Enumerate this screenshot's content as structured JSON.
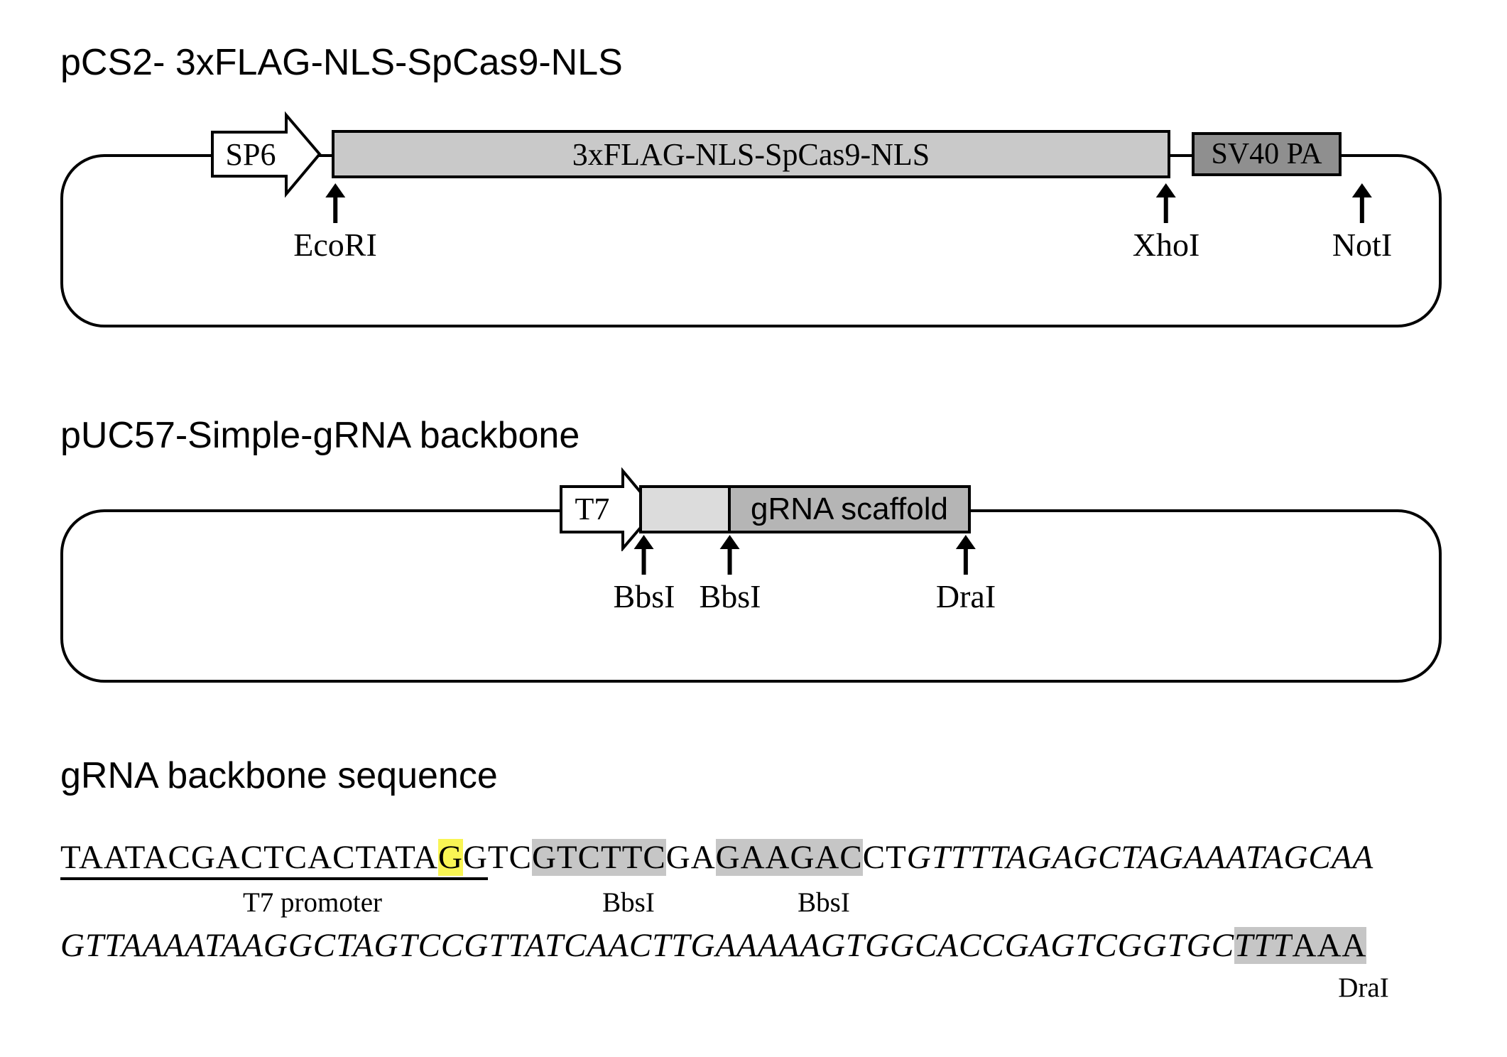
{
  "plasmid1": {
    "title": "pCS2- 3xFLAG-NLS-SpCas9-NLS",
    "promoter_label": "SP6",
    "gene_label": "3xFLAG-NLS-SpCas9-NLS",
    "polya_label": "SV40 PA",
    "sites": [
      {
        "label": "EcoRI"
      },
      {
        "label": "XhoI"
      },
      {
        "label": "NotI"
      }
    ]
  },
  "plasmid2": {
    "title": "pUC57-Simple-gRNA backbone",
    "promoter_label": "T7",
    "scaffold_label": "gRNA scaffold",
    "sites": [
      {
        "label": "BbsI"
      },
      {
        "label": "BbsI"
      },
      {
        "label": "DraI"
      }
    ]
  },
  "sequence": {
    "title": "gRNA backbone sequence",
    "line1": {
      "t7_promoter_prefix": "TAATACGACTCACTATA",
      "transcription_start_g": "G",
      "t7_promoter_suffix": "G",
      "linker1": "TC",
      "bbsi_site1": "GTCTTC",
      "linker2": "GA",
      "bbsi_site2": "GAAGAC",
      "linker3": "CT",
      "scaffold_start": "GTTTTAGAGCTAGAAATAGCAA"
    },
    "line1_labels": {
      "t7": "T7 promoter",
      "bbsi1": "BbsI",
      "bbsi2": "BbsI"
    },
    "line2": {
      "scaffold_continued": "GTTAAAATAAGGCTAGTCCGTTATCAACTTGAAAAAGTGGCACCGAGTCGGTGC",
      "drai_site_italic": "TTT",
      "drai_site_plain": "AAA"
    },
    "line2_labels": {
      "drai": "DraI"
    },
    "colors": {
      "highlight_yellow": "#f9f554",
      "highlight_gray": "#c6c6c6",
      "gene_box_gray": "#c9c9c9",
      "polya_box_gray": "#8f8f8f",
      "scaffold_box_gray": "#b5b5b5"
    }
  }
}
